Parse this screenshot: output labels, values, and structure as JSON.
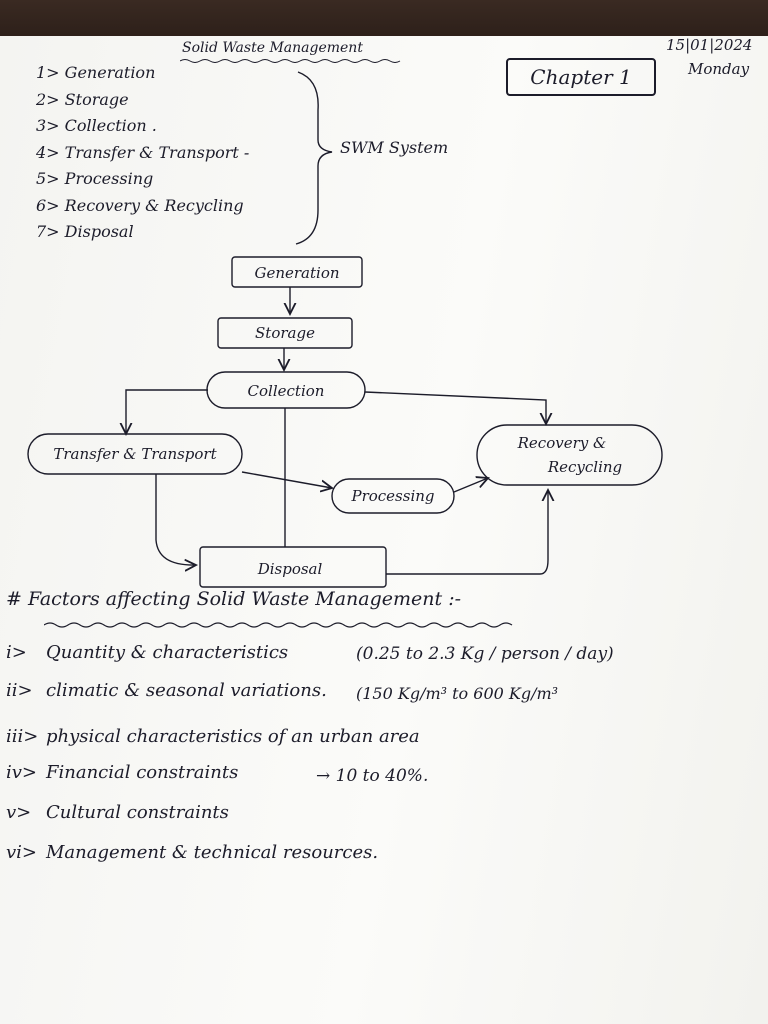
{
  "header": {
    "title": "Solid Waste Management",
    "chapter": "Chapter 1",
    "date": "15|01|2024",
    "day": "Monday"
  },
  "swm_list": {
    "items": [
      "1> Generation",
      "2> Storage",
      "3> Collection .",
      "4> Transfer & Transport -",
      "5> Processing",
      "6> Recovery & Recycling",
      "7> Disposal"
    ],
    "brace_label": "SWM System"
  },
  "flowchart": {
    "generation": "Generation",
    "storage": "Storage",
    "collection": "Collection",
    "transfer": "Transfer & Transport",
    "processing": "Processing",
    "recovery_line1": "Recovery &",
    "recovery_line2": "Recycling",
    "disposal": "Disposal"
  },
  "factors": {
    "heading": "# Factors affecting Solid Waste Management :-",
    "items": [
      {
        "label": "i>",
        "text": "Quantity & characteristics",
        "note": "(0.25 to 2.3 Kg / person / day)"
      },
      {
        "label": "ii>",
        "text": "climatic & seasonal variations.",
        "note": "(150 Kg/m³ to 600 Kg/m³"
      },
      {
        "label": "iii>",
        "text": "physical characteristics of an urban area",
        "note": ""
      },
      {
        "label": "iv>",
        "text": "Financial constraints",
        "note": "→ 10 to 40%."
      },
      {
        "label": "v>",
        "text": "Cultural constraints",
        "note": ""
      },
      {
        "label": "vi>",
        "text": "Management & technical resources.",
        "note": ""
      }
    ]
  }
}
